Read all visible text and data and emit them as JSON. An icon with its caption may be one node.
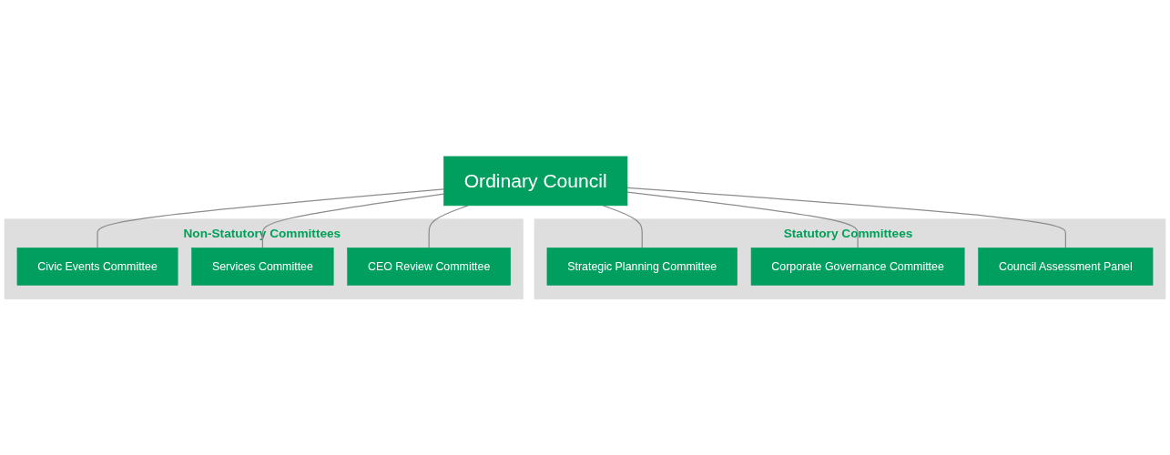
{
  "diagram": {
    "nodes": [
      {
        "text": [
          "Ordinary Council"
        ]
      },
      {
        "text": [
          "Statutory Committees"
        ]
      },
      {
        "text": [
          "Strategic Planning Committee"
        ],
        "in": 1
      },
      {
        "text": [
          "Corporate Governance Committee"
        ],
        "in": 1
      },
      {
        "text": [
          "Council Assessment Panel"
        ],
        "in": 1
      },
      {
        "text": [
          "Non-Statutory Committees"
        ]
      },
      {
        "text": [
          "Civic Events Committee"
        ],
        "in": 5
      },
      {
        "text": [
          "Services Committee"
        ],
        "in": 5
      },
      {
        "text": [
          "CEO Review Committee"
        ],
        "in": 5
      }
    ],
    "edges": [
      {
        "from": 0,
        "to": 2,
        "arrow": "none"
      },
      {
        "from": 0,
        "to": 3,
        "arrow": "none"
      },
      {
        "from": 0,
        "to": 4,
        "arrow": "none"
      },
      {
        "from": 0,
        "to": 6,
        "arrow": "none"
      },
      {
        "from": 0,
        "to": 7,
        "arrow": "none"
      },
      {
        "from": 0,
        "to": 8,
        "arrow": "none"
      }
    ]
  }
}
